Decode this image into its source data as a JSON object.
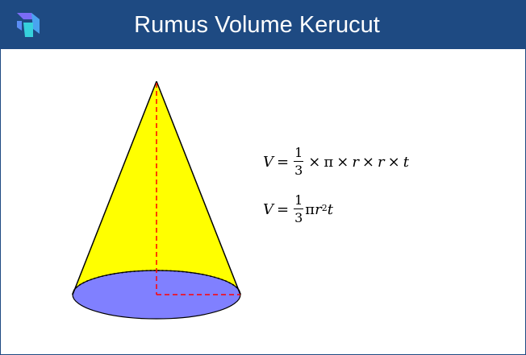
{
  "header": {
    "title": "Rumus Volume Kerucut",
    "logo_icon": "brand-logo-icon"
  },
  "colors": {
    "header_bg": "#1e4a82",
    "cone_body": "#ffff00",
    "cone_base": "#8080ff",
    "dimension_lines": "#ff0000"
  },
  "formula1": {
    "lhs": "V",
    "eq": "=",
    "num": "1",
    "den": "3",
    "times": "×",
    "pi": "π",
    "r": "r",
    "t": "t"
  },
  "formula2": {
    "lhs": "V",
    "eq": "=",
    "num": "1",
    "den": "3",
    "pi": "π",
    "r": "r",
    "exp": "2",
    "t": "t"
  }
}
